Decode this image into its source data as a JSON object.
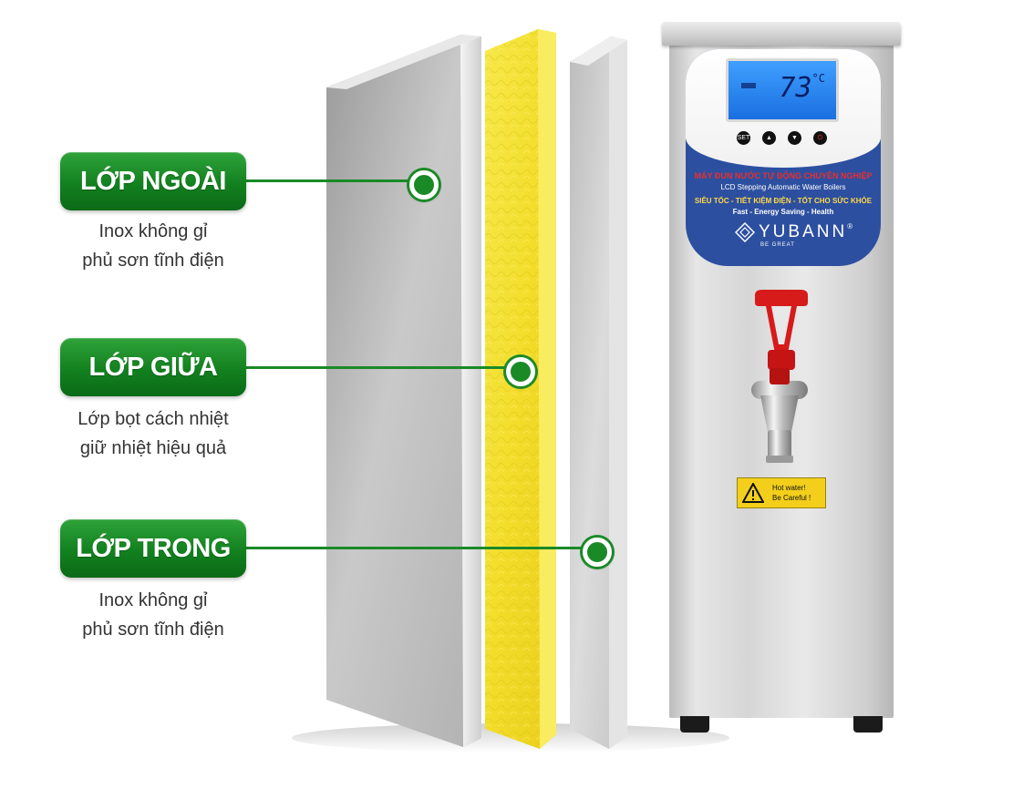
{
  "layers": [
    {
      "title": "LỚP NGOÀI",
      "desc_line1": "Inox không gỉ",
      "desc_line2": "phủ sơn tĩnh điện"
    },
    {
      "title": "LỚP GIỮA",
      "desc_line1": "Lớp bọt cách nhiệt",
      "desc_line2": "giữ nhiệt hiệu quả"
    },
    {
      "title": "LỚP TRONG",
      "desc_line1": "Inox không gỉ",
      "desc_line2": "phủ sơn tĩnh điện"
    }
  ],
  "boiler": {
    "lcd_temperature": "73",
    "lcd_unit": "°C",
    "buttons": [
      "SET",
      "▲",
      "▼",
      "⏻"
    ],
    "panel_line1": "MÁY ĐUN NƯỚC TỰ ĐỘNG CHUYÊN NGHIỆP",
    "panel_line2": "LCD Stepping Automatic Water Boilers",
    "panel_line3": "SIÊU TỐC - TIẾT KIỆM ĐIỆN - TỐT CHO SỨC KHỎE",
    "panel_line4": "Fast - Energy Saving - Health",
    "brand": "YUBANN",
    "brand_mark": "®",
    "brand_tagline": "BE GREAT",
    "warning_line1": "Hot water!",
    "warning_line2": "Be Careful !"
  },
  "colors": {
    "label_green": "#1a8a27",
    "panel_blue": "#2d4fa0",
    "foam_yellow": "#f5e033",
    "steel": "#c8c8c8",
    "tap_red": "#d71a1a"
  },
  "icons": {
    "layer_marker": "target-dot-icon",
    "warning": "warning-triangle-icon",
    "brand": "yubann-logo-icon"
  }
}
